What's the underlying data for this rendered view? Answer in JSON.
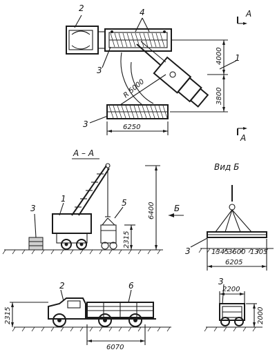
{
  "labels": {
    "n1": "1",
    "n2": "2",
    "n3": "3",
    "n4": "4",
    "n5": "5",
    "n6": "6",
    "section_mark": "A",
    "section_title": "A – A",
    "view_title": "Вид Б",
    "view_arrow": "Б"
  },
  "dims": {
    "d4000": "4000",
    "d3800": "3800",
    "r5000": "R 5000",
    "d6250": "6250",
    "d6400": "6400",
    "d2315": "2315",
    "d1345": "1345",
    "d3600": "3600",
    "d1305": "1305",
    "d6205": "6205",
    "d6070": "6070",
    "d2200": "2200",
    "d2000": "2000"
  }
}
